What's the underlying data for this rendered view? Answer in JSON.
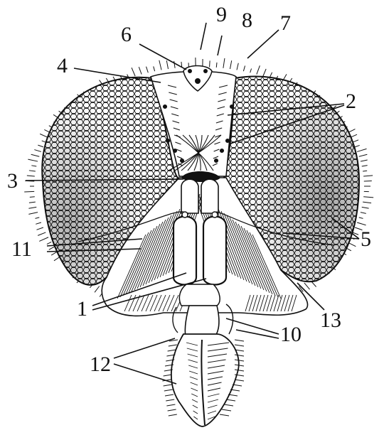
{
  "figure": {
    "colors": {
      "ink": "#111111",
      "paper": "#ffffff"
    },
    "labels": [
      {
        "id": "l1",
        "text": "1"
      },
      {
        "id": "l2",
        "text": "2"
      },
      {
        "id": "l3",
        "text": "3"
      },
      {
        "id": "l4",
        "text": "4"
      },
      {
        "id": "l5",
        "text": "5"
      },
      {
        "id": "l6",
        "text": "6"
      },
      {
        "id": "l7",
        "text": "7"
      },
      {
        "id": "l8",
        "text": "8"
      },
      {
        "id": "l9",
        "text": "9"
      },
      {
        "id": "l10",
        "text": "10"
      },
      {
        "id": "l11",
        "text": "11"
      },
      {
        "id": "l12",
        "text": "12"
      },
      {
        "id": "l13",
        "text": "13"
      }
    ]
  }
}
